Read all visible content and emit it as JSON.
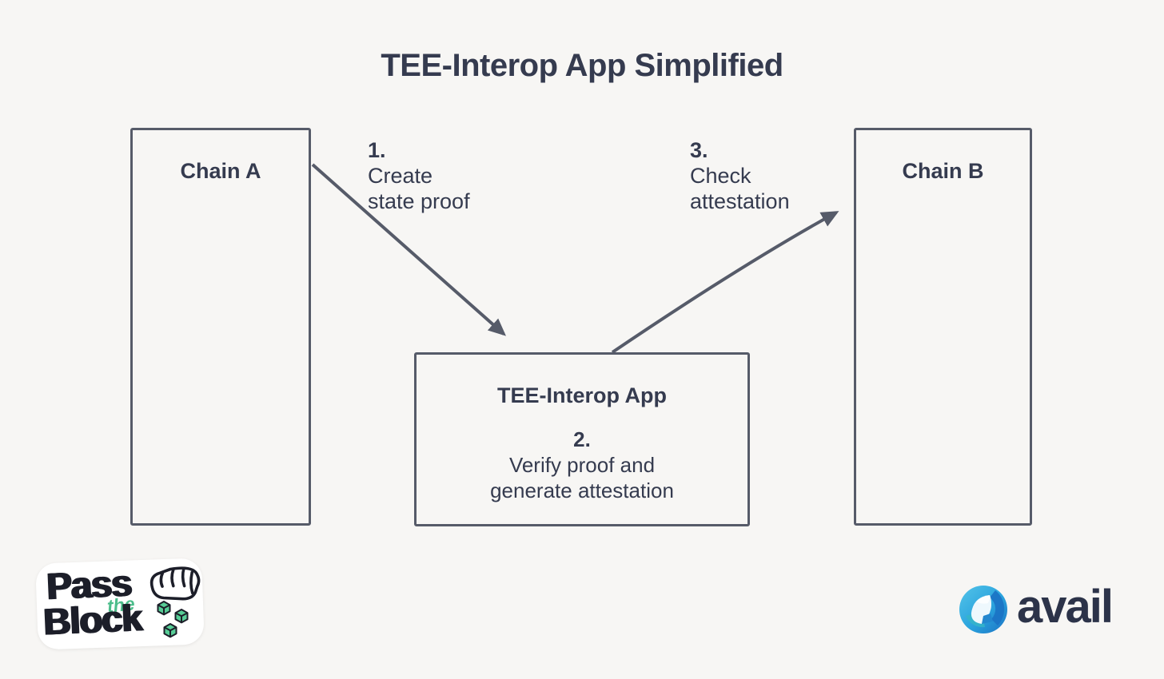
{
  "title": "TEE-Interop App Simplified",
  "colors": {
    "background": "#f7f6f4",
    "ink": "#353b4f",
    "line": "#565b69",
    "sticker_black": "#1c1e29",
    "sticker_green": "#4cbd8b",
    "avail_navy": "#2c3349",
    "avail_blue": "#2aa3dd"
  },
  "nodes": {
    "chain_a": {
      "label": "Chain A"
    },
    "tee_app": {
      "label": "TEE-Interop App",
      "step": "2.",
      "description_lines": [
        "Verify proof and",
        "generate attestation"
      ]
    },
    "chain_b": {
      "label": "Chain B"
    }
  },
  "edges": {
    "create_proof": {
      "step": "1.",
      "label_lines": [
        "Create",
        "state proof"
      ],
      "from": "chain_a",
      "to": "tee_app"
    },
    "check_attestation": {
      "step": "3.",
      "label_lines": [
        "Check",
        "attestation"
      ],
      "from": "tee_app",
      "to": "chain_b"
    }
  },
  "branding": {
    "pass_the_block": {
      "word1": "Pass",
      "word2": "the",
      "word3": "Block"
    },
    "avail": {
      "wordmark": "avail"
    }
  },
  "icons": {
    "fist": "fist-icon",
    "dice": "dice-cubes-icon",
    "avail_mark": "avail-mark-icon"
  }
}
